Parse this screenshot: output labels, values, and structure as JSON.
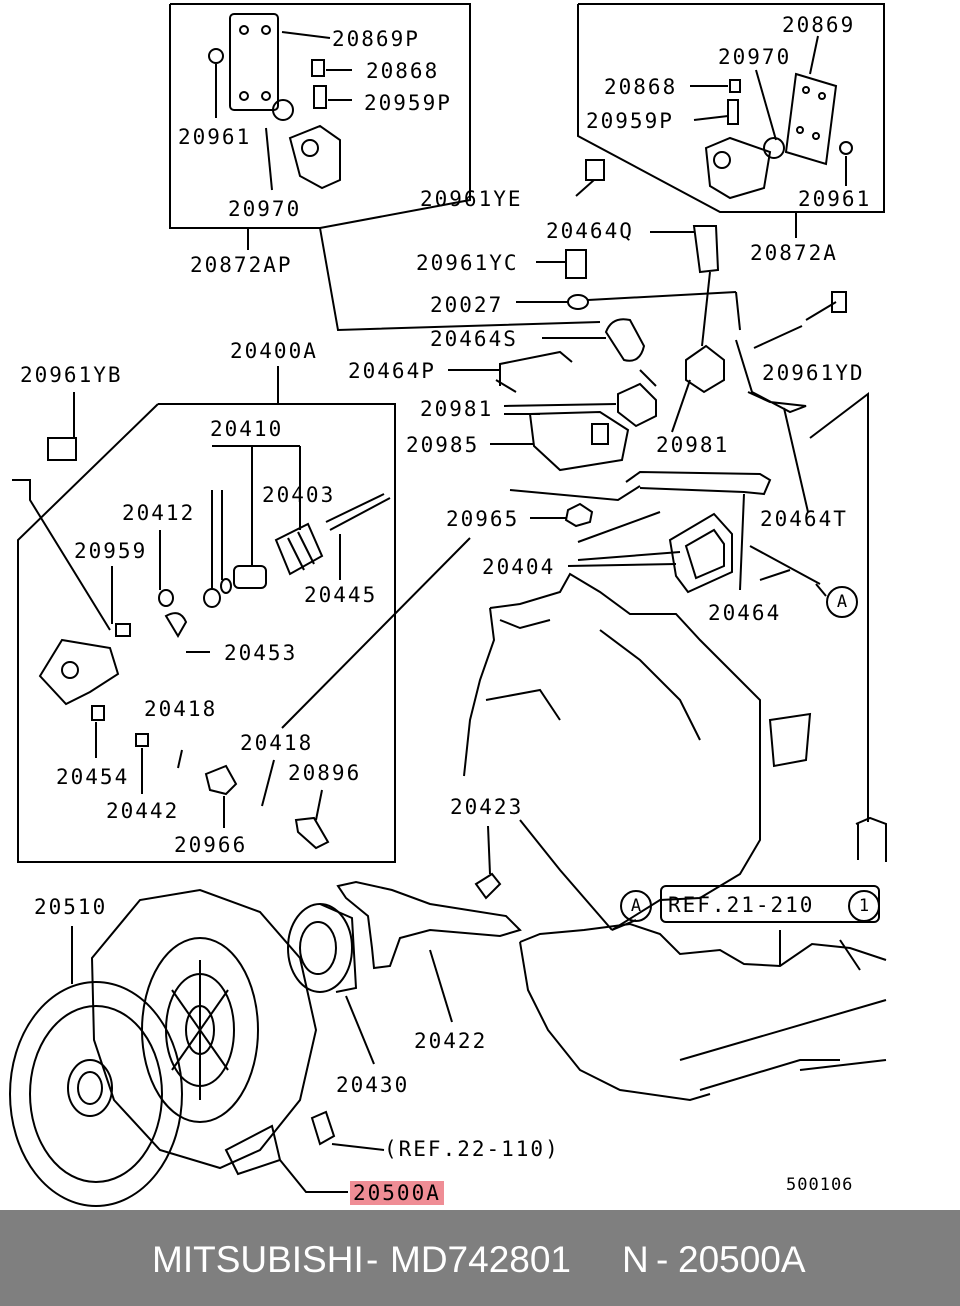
{
  "diagram": {
    "parts": [
      "20869P",
      "20868",
      "20959P",
      "20961",
      "20970",
      "20872AP",
      "20869",
      "20970",
      "20868",
      "20959P",
      "20961YE",
      "20961",
      "20872A",
      "20464Q",
      "20961YC",
      "20027",
      "20464S",
      "20961YD",
      "20400A",
      "20464P",
      "20961YB",
      "20981",
      "20981",
      "20985",
      "20410",
      "20403",
      "20412",
      "20959",
      "20445",
      "20965",
      "20464T",
      "20404",
      "20464",
      "20453",
      "20418",
      "20418",
      "20896",
      "20454",
      "20442",
      "20966",
      "20423",
      "20510",
      "20422",
      "20430",
      "20500A"
    ],
    "refs": {
      "transfer": "REF.21-210",
      "transfer_circle": "1",
      "bolt": "(REF.22-110)"
    },
    "marker_a": "A",
    "code": "500106",
    "highlight_color": "#ef8d95"
  },
  "footer": {
    "brand": "MITSUBISHI",
    "sep1": "-",
    "part_number": "MD742801",
    "ref_prefix": "N",
    "sep2": "-",
    "ref_number": "20500A"
  }
}
